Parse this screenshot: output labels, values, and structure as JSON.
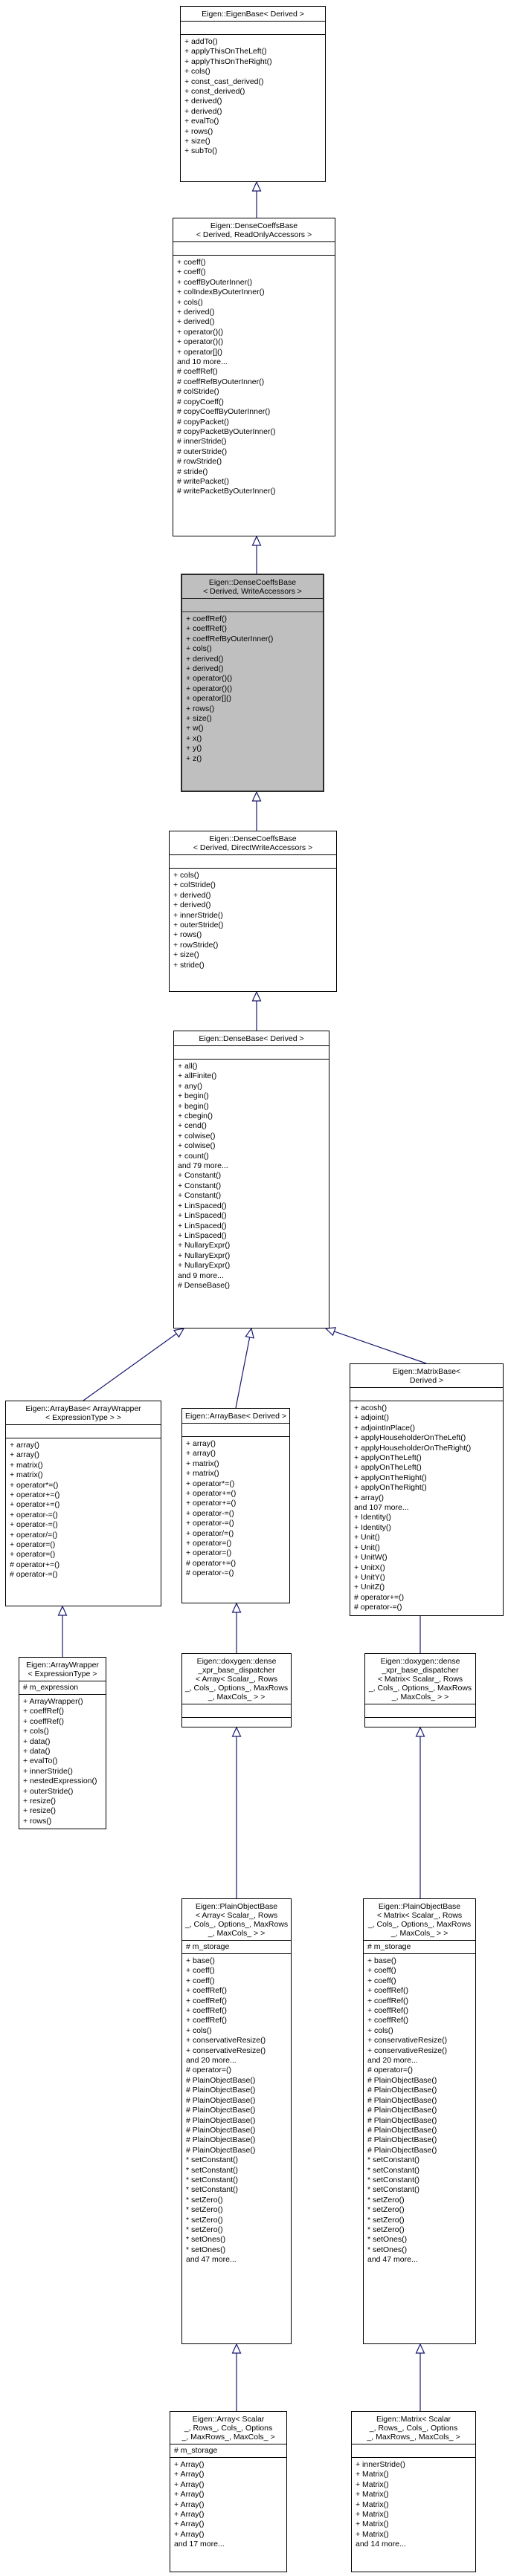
{
  "diagram": {
    "type": "uml-class-inheritance-graph",
    "arrow_color": "#191970",
    "highlight_fill": "#bfbfbf",
    "classes": [
      {
        "id": "eigenbase",
        "title_lines": [
          "Eigen::EigenBase< Derived >"
        ],
        "attributes": [],
        "members": [
          "+ addTo()",
          "+ applyThisOnTheLeft()",
          "+ applyThisOnTheRight()",
          "+ cols()",
          "+ const_cast_derived()",
          "+ const_derived()",
          "+ derived()",
          "+ derived()",
          "+ evalTo()",
          "+ rows()",
          "+ size()",
          "+ subTo()"
        ],
        "highlighted": false
      },
      {
        "id": "dcb_ro",
        "title_lines": [
          "Eigen::DenseCoeffsBase",
          "< Derived, ReadOnlyAccessors >"
        ],
        "attributes": [],
        "members": [
          "+ coeff()",
          "+ coeff()",
          "+ coeffByOuterInner()",
          "+ colIndexByOuterInner()",
          "+ cols()",
          "+ derived()",
          "+ derived()",
          "+ operator()()",
          "+ operator()()",
          "+ operator[]()",
          "and 10 more...",
          "# coeffRef()",
          "# coeffRefByOuterInner()",
          "# colStride()",
          "# copyCoeff()",
          "# copyCoeffByOuterInner()",
          "# copyPacket()",
          "# copyPacketByOuterInner()",
          "# innerStride()",
          "# outerStride()",
          "# rowStride()",
          "# stride()",
          "# writePacket()",
          "# writePacketByOuterInner()"
        ],
        "highlighted": false
      },
      {
        "id": "dcb_w",
        "title_lines": [
          "Eigen::DenseCoeffsBase",
          "< Derived, WriteAccessors >"
        ],
        "attributes": [],
        "members": [
          "+ coeffRef()",
          "+ coeffRef()",
          "+ coeffRefByOuterInner()",
          "+ cols()",
          "+ derived()",
          "+ derived()",
          "+ operator()()",
          "+ operator()()",
          "+ operator[]()",
          "+ rows()",
          "+ size()",
          "+ w()",
          "+ x()",
          "+ y()",
          "+ z()"
        ],
        "highlighted": true
      },
      {
        "id": "dcb_dw",
        "title_lines": [
          "Eigen::DenseCoeffsBase",
          "< Derived, DirectWriteAccessors >"
        ],
        "attributes": [],
        "members": [
          "+ cols()",
          "+ colStride()",
          "+ derived()",
          "+ derived()",
          "+ innerStride()",
          "+ outerStride()",
          "+ rows()",
          "+ rowStride()",
          "+ size()",
          "+ stride()"
        ],
        "highlighted": false
      },
      {
        "id": "densebase",
        "title_lines": [
          "Eigen::DenseBase< Derived >"
        ],
        "attributes": [],
        "members": [
          "+ all()",
          "+ allFinite()",
          "+ any()",
          "+ begin()",
          "+ begin()",
          "+ cbegin()",
          "+ cend()",
          "+ colwise()",
          "+ colwise()",
          "+ count()",
          "and 79 more...",
          "+ Constant()",
          "+ Constant()",
          "+ Constant()",
          "+ LinSpaced()",
          "+ LinSpaced()",
          "+ LinSpaced()",
          "+ LinSpaced()",
          "+ NullaryExpr()",
          "+ NullaryExpr()",
          "+ NullaryExpr()",
          "and 9 more...",
          "# DenseBase()"
        ],
        "highlighted": false
      },
      {
        "id": "ab_wrap",
        "title_lines": [
          "Eigen::ArrayBase< ArrayWrapper",
          "< ExpressionType > >"
        ],
        "attributes": [],
        "members": [
          "+ array()",
          "+ array()",
          "+ matrix()",
          "+ matrix()",
          "+ operator*=()",
          "+ operator+=()",
          "+ operator+=()",
          "+ operator-=()",
          "+ operator-=()",
          "+ operator/=()",
          "+ operator=()",
          "+ operator=()",
          "# operator+=()",
          "# operator-=()"
        ],
        "highlighted": false
      },
      {
        "id": "ab",
        "title_lines": [
          "Eigen::ArrayBase< Derived >"
        ],
        "attributes": [],
        "members": [
          "+ array()",
          "+ array()",
          "+ matrix()",
          "+ matrix()",
          "+ operator*=()",
          "+ operator+=()",
          "+ operator+=()",
          "+ operator-=()",
          "+ operator-=()",
          "+ operator/=()",
          "+ operator=()",
          "+ operator=()",
          "# operator+=()",
          "# operator-=()"
        ],
        "highlighted": false
      },
      {
        "id": "mb",
        "title_lines": [
          "Eigen::MatrixBase<",
          "Derived >"
        ],
        "attributes": [],
        "members": [
          "+ acosh()",
          "+ adjoint()",
          "+ adjointInPlace()",
          "+ applyHouseholderOnTheLeft()",
          "+ applyHouseholderOnTheRight()",
          "+ applyOnTheLeft()",
          "+ applyOnTheLeft()",
          "+ applyOnTheRight()",
          "+ applyOnTheRight()",
          "+ array()",
          "and 107 more...",
          "+ Identity()",
          "+ Identity()",
          "+ Unit()",
          "+ Unit()",
          "+ UnitW()",
          "+ UnitX()",
          "+ UnitY()",
          "+ UnitZ()",
          "# operator+=()",
          "# operator-=()"
        ],
        "highlighted": false
      },
      {
        "id": "aw",
        "title_lines": [
          "Eigen::ArrayWrapper",
          "< ExpressionType >"
        ],
        "attributes": [
          "# m_expression"
        ],
        "members": [
          "+ ArrayWrapper()",
          "+ coeffRef()",
          "+ coeffRef()",
          "+ cols()",
          "+ data()",
          "+ data()",
          "+ evalTo()",
          "+ innerStride()",
          "+ nestedExpression()",
          "+ outerStride()",
          "+ resize()",
          "+ resize()",
          "+ rows()"
        ],
        "highlighted": false
      },
      {
        "id": "disp_a",
        "title_lines": [
          "Eigen::doxygen::dense",
          "_xpr_base_dispatcher",
          "< Array< Scalar_, Rows",
          "_, Cols_, Options_, MaxRows",
          "_, MaxCols_ > >"
        ],
        "attributes": [],
        "members": [],
        "highlighted": false
      },
      {
        "id": "disp_m",
        "title_lines": [
          "Eigen::doxygen::dense",
          "_xpr_base_dispatcher",
          "< Matrix< Scalar_, Rows",
          "_, Cols_, Options_, MaxRows",
          "_, MaxCols_ > >"
        ],
        "attributes": [],
        "members": [],
        "highlighted": false
      },
      {
        "id": "pob_a",
        "title_lines": [
          "Eigen::PlainObjectBase",
          "< Array< Scalar_, Rows",
          "_, Cols_, Options_, MaxRows",
          "_, MaxCols_ > >"
        ],
        "attributes": [
          "# m_storage"
        ],
        "members": [
          "+ base()",
          "+ coeff()",
          "+ coeff()",
          "+ coeffRef()",
          "+ coeffRef()",
          "+ coeffRef()",
          "+ coeffRef()",
          "+ cols()",
          "+ conservativeResize()",
          "+ conservativeResize()",
          "and 20 more...",
          "# operator=()",
          "# PlainObjectBase()",
          "# PlainObjectBase()",
          "# PlainObjectBase()",
          "# PlainObjectBase()",
          "# PlainObjectBase()",
          "# PlainObjectBase()",
          "# PlainObjectBase()",
          "# PlainObjectBase()",
          "* setConstant()",
          "* setConstant()",
          "* setConstant()",
          "* setConstant()",
          "* setZero()",
          "* setZero()",
          "* setZero()",
          "* setZero()",
          "* setOnes()",
          "* setOnes()",
          "and 47 more..."
        ],
        "highlighted": false
      },
      {
        "id": "pob_m",
        "title_lines": [
          "Eigen::PlainObjectBase",
          "< Matrix< Scalar_, Rows",
          "_, Cols_, Options_, MaxRows",
          "_, MaxCols_ > >"
        ],
        "attributes": [
          "# m_storage"
        ],
        "members": [
          "+ base()",
          "+ coeff()",
          "+ coeff()",
          "+ coeffRef()",
          "+ coeffRef()",
          "+ coeffRef()",
          "+ coeffRef()",
          "+ cols()",
          "+ conservativeResize()",
          "+ conservativeResize()",
          "and 20 more...",
          "# operator=()",
          "# PlainObjectBase()",
          "# PlainObjectBase()",
          "# PlainObjectBase()",
          "# PlainObjectBase()",
          "# PlainObjectBase()",
          "# PlainObjectBase()",
          "# PlainObjectBase()",
          "# PlainObjectBase()",
          "* setConstant()",
          "* setConstant()",
          "* setConstant()",
          "* setConstant()",
          "* setZero()",
          "* setZero()",
          "* setZero()",
          "* setZero()",
          "* setOnes()",
          "* setOnes()",
          "and 47 more..."
        ],
        "highlighted": false
      },
      {
        "id": "array",
        "title_lines": [
          "Eigen::Array< Scalar",
          "_, Rows_, Cols_, Options",
          "_, MaxRows_, MaxCols_ >"
        ],
        "attributes": [
          "# m_storage"
        ],
        "members": [
          "+ Array()",
          "+ Array()",
          "+ Array()",
          "+ Array()",
          "+ Array()",
          "+ Array()",
          "+ Array()",
          "+ Array()",
          "and 17 more..."
        ],
        "highlighted": false
      },
      {
        "id": "matrix",
        "title_lines": [
          "Eigen::Matrix< Scalar",
          "_, Rows_, Cols_, Options",
          "_, MaxRows_, MaxCols_ >"
        ],
        "attributes": [],
        "members": [
          "+ innerStride()",
          "+ Matrix()",
          "+ Matrix()",
          "+ Matrix()",
          "+ Matrix()",
          "+ Matrix()",
          "+ Matrix()",
          "+ Matrix()",
          "and 14 more..."
        ],
        "highlighted": false
      }
    ],
    "edges": [
      {
        "from": "dcb_ro",
        "to": "eigenbase"
      },
      {
        "from": "dcb_w",
        "to": "dcb_ro"
      },
      {
        "from": "dcb_dw",
        "to": "dcb_w"
      },
      {
        "from": "densebase",
        "to": "dcb_dw"
      },
      {
        "from": "ab_wrap",
        "to": "densebase"
      },
      {
        "from": "ab",
        "to": "densebase"
      },
      {
        "from": "mb",
        "to": "densebase"
      },
      {
        "from": "aw",
        "to": "ab_wrap"
      },
      {
        "from": "disp_a",
        "to": "ab"
      },
      {
        "from": "disp_m",
        "to": "mb"
      },
      {
        "from": "pob_a",
        "to": "disp_a"
      },
      {
        "from": "pob_m",
        "to": "disp_m"
      },
      {
        "from": "array",
        "to": "pob_a"
      },
      {
        "from": "matrix",
        "to": "pob_m"
      }
    ]
  }
}
